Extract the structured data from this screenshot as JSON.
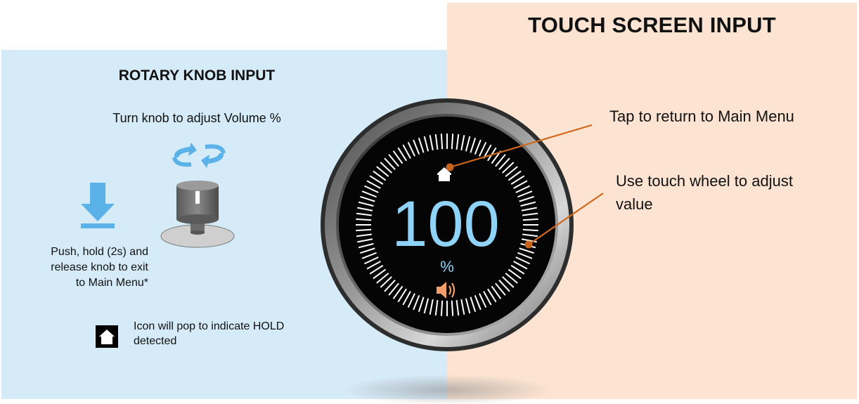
{
  "headings": {
    "touch": "TOUCH SCREEN INPUT",
    "rotary": "ROTARY KNOB INPUT"
  },
  "rotary": {
    "turn_instruction": "Turn knob to adjust Volume %",
    "push_instruction_lines": [
      "Push, hold (2s) and",
      "release knob to exit",
      "to Main Menu*"
    ],
    "icon_note": "Icon will pop to indicate HOLD detected"
  },
  "touch": {
    "tap_instruction": "Tap to return to Main Menu",
    "wheel_instruction": "Use touch wheel to adjust value"
  },
  "dial": {
    "value": "100",
    "unit": "%"
  },
  "colors": {
    "rotary_background": "#d6ebf8",
    "touch_background": "#fde4d2",
    "dial_value": "#8fd3f8",
    "callout_line": "#d0681c",
    "arrow_blue": "#5ab2e8",
    "speaker_orange": "#f2a06a"
  },
  "icons": [
    "rotate-arrows-icon",
    "down-arrow-icon",
    "knob-icon",
    "home-icon",
    "speaker-icon"
  ]
}
